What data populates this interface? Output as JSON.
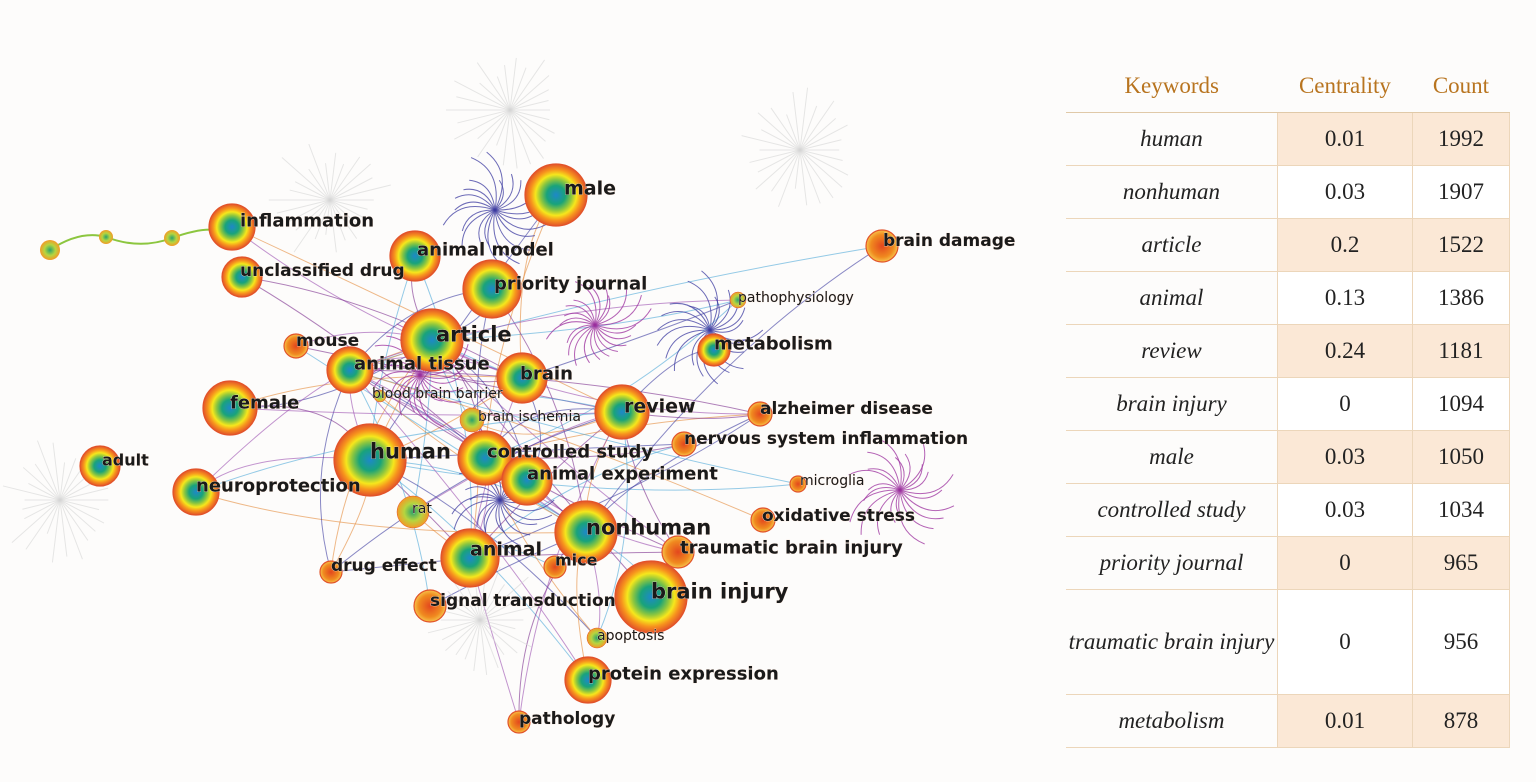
{
  "network": {
    "nodes": [
      {
        "id": "inflammation",
        "label": "inflammation",
        "size": "large"
      },
      {
        "id": "male",
        "label": "male",
        "size": "large"
      },
      {
        "id": "animal_model",
        "label": "animal model",
        "size": "large"
      },
      {
        "id": "unclassified_drug",
        "label": "unclassified drug",
        "size": "large"
      },
      {
        "id": "priority_journal",
        "label": "priority journal",
        "size": "large"
      },
      {
        "id": "brain_damage",
        "label": "brain damage",
        "size": "medium"
      },
      {
        "id": "pathophysiology",
        "label": "pathophysiology",
        "size": "small"
      },
      {
        "id": "mouse",
        "label": "mouse",
        "size": "medium"
      },
      {
        "id": "article",
        "label": "article",
        "size": "large"
      },
      {
        "id": "metabolism",
        "label": "metabolism",
        "size": "large"
      },
      {
        "id": "animal_tissue",
        "label": "animal tissue",
        "size": "large"
      },
      {
        "id": "brain",
        "label": "brain",
        "size": "large"
      },
      {
        "id": "blood_brain_barrier",
        "label": "blood brain barrier",
        "size": "small"
      },
      {
        "id": "female",
        "label": "female",
        "size": "large"
      },
      {
        "id": "brain_ischemia",
        "label": "brain ischemia",
        "size": "small"
      },
      {
        "id": "review",
        "label": "review",
        "size": "large"
      },
      {
        "id": "alzheimer_disease",
        "label": "alzheimer disease",
        "size": "medium"
      },
      {
        "id": "nervous_system_inflammation",
        "label": "nervous system inflammation",
        "size": "medium"
      },
      {
        "id": "human",
        "label": "human",
        "size": "large"
      },
      {
        "id": "controlled_study",
        "label": "controlled study",
        "size": "large"
      },
      {
        "id": "adult",
        "label": "adult",
        "size": "large"
      },
      {
        "id": "animal_experiment",
        "label": "animal experiment",
        "size": "large"
      },
      {
        "id": "microglia",
        "label": "microglia",
        "size": "small"
      },
      {
        "id": "neuroprotection",
        "label": "neuroprotection",
        "size": "large"
      },
      {
        "id": "rat",
        "label": "rat",
        "size": "small"
      },
      {
        "id": "nonhuman",
        "label": "nonhuman",
        "size": "large"
      },
      {
        "id": "oxidative_stress",
        "label": "oxidative stress",
        "size": "medium"
      },
      {
        "id": "traumatic_brain_injury",
        "label": "traumatic brain injury",
        "size": "medium"
      },
      {
        "id": "drug_effect",
        "label": "drug effect",
        "size": "medium"
      },
      {
        "id": "animal",
        "label": "animal",
        "size": "large"
      },
      {
        "id": "mice",
        "label": "mice",
        "size": "medium"
      },
      {
        "id": "signal_transduction",
        "label": "signal transduction",
        "size": "medium"
      },
      {
        "id": "brain_injury",
        "label": "brain injury",
        "size": "large"
      },
      {
        "id": "apoptosis",
        "label": "apoptosis",
        "size": "small"
      },
      {
        "id": "protein_expression",
        "label": "protein expression",
        "size": "large"
      },
      {
        "id": "pathology",
        "label": "pathology",
        "size": "medium"
      }
    ]
  },
  "table": {
    "headers": {
      "keywords": "Keywords",
      "centrality": "Centrality",
      "count": "Count"
    },
    "rows": [
      {
        "keyword": "human",
        "centrality": "0.01",
        "count": "1992"
      },
      {
        "keyword": "nonhuman",
        "centrality": "0.03",
        "count": "1907"
      },
      {
        "keyword": "article",
        "centrality": "0.2",
        "count": "1522"
      },
      {
        "keyword": "animal",
        "centrality": "0.13",
        "count": "1386"
      },
      {
        "keyword": "review",
        "centrality": "0.24",
        "count": "1181"
      },
      {
        "keyword": "brain injury",
        "centrality": "0",
        "count": "1094"
      },
      {
        "keyword": "male",
        "centrality": "0.03",
        "count": "1050"
      },
      {
        "keyword": "controlled study",
        "centrality": "0.03",
        "count": "1034"
      },
      {
        "keyword": "priority journal",
        "centrality": "0",
        "count": "965"
      },
      {
        "keyword": "traumatic brain injury",
        "centrality": "0",
        "count": "956"
      },
      {
        "keyword": "metabolism",
        "centrality": "0.01",
        "count": "878"
      }
    ]
  }
}
